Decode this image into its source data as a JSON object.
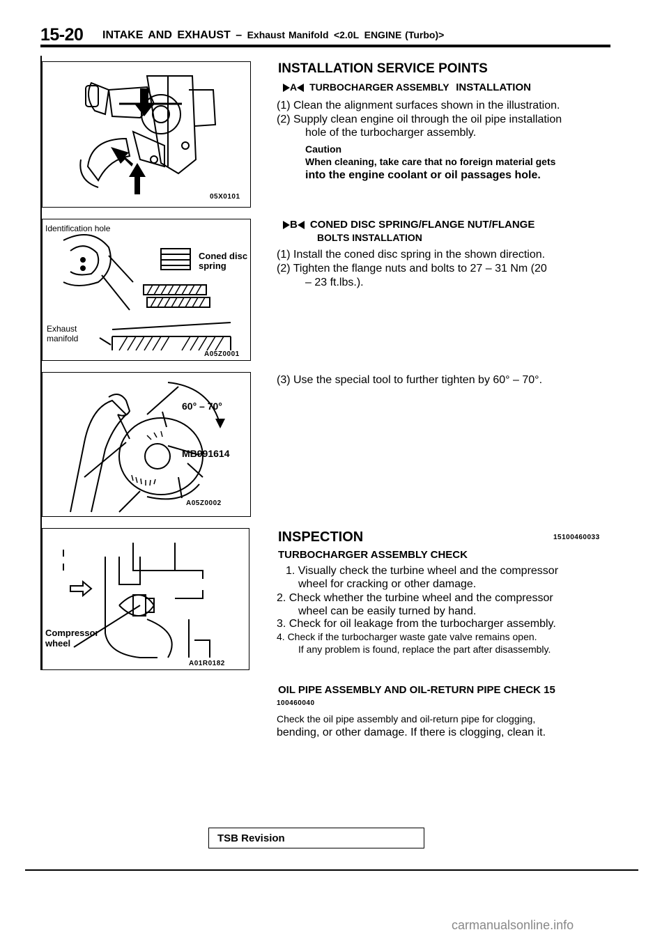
{
  "header": {
    "page_number": "15-20",
    "section": "INTAKE AND EXHAUST",
    "dash": "–",
    "subtitle_pre": "Exhaust Manifold",
    "subtitle_engine": "<2.0L",
    "subtitle_post": "ENGINE (Turbo)>"
  },
  "figures": {
    "fig1": {
      "code": "05X0101"
    },
    "fig2": {
      "code": "A05Z0001",
      "label_hole": "Identification hole",
      "label_spring": "Coned disc spring",
      "label_spring_1": "Coned disc",
      "label_spring_2": "spring",
      "label_manifold_1": "Exhaust",
      "label_manifold_2": "manifold"
    },
    "fig3": {
      "code": "A05Z0002",
      "angle": "60° – 70°",
      "tool": "MB991614"
    },
    "fig4": {
      "code": "A01R0182",
      "label_1": "Compressor",
      "label_2": "wheel"
    }
  },
  "installation": {
    "heading": "INSTALLATION SERVICE POINTS",
    "a": {
      "mark": "A",
      "title": "TURBOCHARGER ASSEMBLY",
      "title2": "INSTALLATION",
      "step1": "(1) Clean the alignment surfaces shown in the illustration.",
      "step2a": "(2) Supply clean engine oil through the oil pipe installation",
      "step2b": "hole of the turbocharger assembly.",
      "caution_label": "Caution",
      "caution_1": "When cleaning, take care that no foreign material gets",
      "caution_2": "into the engine coolant or oil passages hole."
    },
    "b": {
      "mark": "B",
      "title_1": "CONED DISC SPRING/FLANGE NUT/FLANGE",
      "title_2": "BOLTS INSTALLATION",
      "step1": "(1) Install the coned disc spring in the shown direction.",
      "step2a": "(2) Tighten the flange nuts and bolts to 27 – 31 Nm (20",
      "step2b": "– 23 ft.lbs.).",
      "step3": "(3) Use the special tool to further tighten by 60° – 70°."
    }
  },
  "inspection": {
    "heading": "INSPECTION",
    "code": "15100460033",
    "sub": "TURBOCHARGER ASSEMBLY CHECK",
    "i1a": "1. Visually check the turbine wheel and the compressor",
    "i1b": "wheel for cracking or other damage.",
    "i2a": "2. Check whether the turbine wheel and the compressor",
    "i2b": "wheel can be easily turned by hand.",
    "i3": "3. Check for oil leakage from the turbocharger assembly.",
    "i4": "4. Check if the turbocharger waste gate valve remains open.",
    "i4b": "If any problem is found, replace the part after disassembly.",
    "oil_head": "OIL PIPE ASSEMBLY AND OIL-RETURN PIPE CHECK 15",
    "oil_code": "100460040",
    "oil_1": "Check the oil pipe assembly and oil-return pipe for clogging,",
    "oil_2": "bending, or other damage. If there is clogging, clean it."
  },
  "footer": {
    "tsb": "TSB Revision",
    "watermark": "carmanualsonline.info"
  }
}
